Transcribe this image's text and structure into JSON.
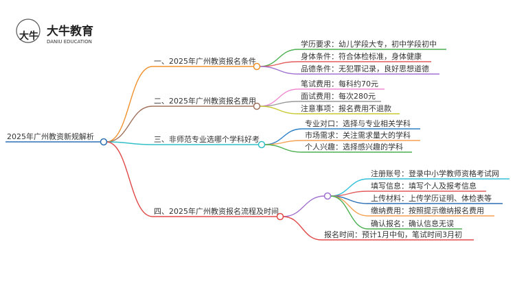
{
  "logo": {
    "name_cn": "大牛教育",
    "name_en": "DANIU EDUCATION",
    "mark": "大牛"
  },
  "root": {
    "label": "2025年广州教资新规解析",
    "color": "#2b6fb6"
  },
  "branches": [
    {
      "label": "一、2025年广州教资报名条件",
      "color": "#f0902a",
      "children": [
        {
          "label": "学历要求：幼儿学段大专，初中学段初中",
          "color": "#4caf50"
        },
        {
          "label": "身体条件：符合体检标准，身体健康",
          "color": "#e35b5b"
        },
        {
          "label": "品德条件：无犯罪记录，良好思想道德",
          "color": "#a070d0"
        }
      ]
    },
    {
      "label": "二、2025年广州教资报名费用",
      "color": "#a0705a",
      "children": [
        {
          "label": "笔试费用：每科约70元",
          "color": "#f08ad0"
        },
        {
          "label": "面试费用：每次280元",
          "color": "#999999"
        },
        {
          "label": "注意事项：报名费用不退款",
          "color": "#c8c830"
        }
      ]
    },
    {
      "label": "三、非师范专业选哪个学科好考",
      "color": "#30c0c8",
      "children": [
        {
          "label": "专业对口：选择与专业相关学科",
          "color": "#2b7fc8"
        },
        {
          "label": "市场需求：关注需求量大的学科",
          "color": "#f5a050"
        },
        {
          "label": "个人兴趣：选择感兴趣的学科",
          "color": "#4caf50"
        }
      ]
    },
    {
      "label": "四、2025年广州教资报名流程及时间",
      "color": "#e04848",
      "sub_color": "#a070d0",
      "children": [
        {
          "label": "注册账号：登录中小学教师资格考试网",
          "color": "#30c0d8"
        },
        {
          "label": "填写信息：填写个人及报考信息",
          "color": "#e35b5b"
        },
        {
          "label": "上传材料：上传学历证明、体检表等",
          "color": "#2b6fb6"
        },
        {
          "label": "缴纳费用：按照提示缴纳报名费用",
          "color": "#f5a050"
        },
        {
          "label": "确认报名：确认信息无误",
          "color": "#4caf50"
        }
      ],
      "extra": {
        "label": "报名时间：预计1月中旬，笔试时间3月初",
        "color": "#e04848"
      }
    }
  ]
}
